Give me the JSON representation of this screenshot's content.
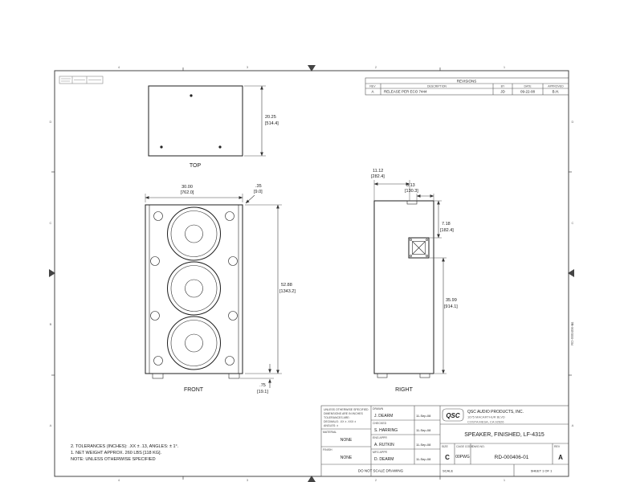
{
  "sheet": {
    "zones_top": [
      "4",
      "3",
      "2",
      "1"
    ],
    "zones_side": [
      "D",
      "C",
      "B",
      "A"
    ],
    "side_dwg_no": "RD-000406-01"
  },
  "revisions": {
    "title": "REVISIONS",
    "col_rev": "REV",
    "col_desc": "DESCRIPTION",
    "col_by": "BY",
    "col_date": "DATE",
    "col_appr": "APPROVED",
    "row": {
      "rev": "A",
      "desc": "RELEASE PER ECO 7444",
      "by": "JD",
      "date": "09-22-08",
      "appr": "B.H."
    }
  },
  "views": {
    "top": {
      "label": "TOP",
      "dim_depth_in": "20.25",
      "dim_depth_mm": "[514.4]"
    },
    "front": {
      "label": "FRONT",
      "dim_width_in": "30.00",
      "dim_width_mm": "[762.0]",
      "dim_offset_in": ".35",
      "dim_offset_mm": "[9.0]",
      "dim_height_in": "52.88",
      "dim_height_mm": "[1343.2]",
      "dim_foot_in": ".75",
      "dim_foot_mm": "[19.1]"
    },
    "right": {
      "label": "RIGHT",
      "dim_a_in": "11.12",
      "dim_a_mm": "[282.4]",
      "dim_b_in": "5.13",
      "dim_b_mm": "[130.3]",
      "dim_c_in": "7.18",
      "dim_c_mm": "[182.4]",
      "dim_d_in": "35.99",
      "dim_d_mm": "[914.1]"
    }
  },
  "notes": {
    "line1": "2. TOLERANCES (INCHES): .XX ± .13, ANGLES: ± 1°.",
    "line2": "1. NET WEIGHT APPROX. 260 LBS [118 KG].",
    "line3": "NOTE: UNLESS OTHERWISE SPECIFIED"
  },
  "title_block": {
    "tol1": "UNLESS OTHERWISE SPECIFIED",
    "tol2": "DIMENSIONS ARE IN INCHES",
    "tol3": "TOLERANCES ARE:",
    "tol4": "DECIMALS: .XX ±   .XXX ±",
    "tol5": "ANGLES: ±",
    "material_label": "MATERIAL",
    "material_value": "NONE",
    "finish_label": "FINISH",
    "finish_value": "NONE",
    "sig_drawn_label": "DRAWN",
    "sig_drawn_name": "J. DEARM",
    "sig_drawn_date": "11-Sep-08",
    "sig_checked_label": "CHECKED",
    "sig_checked_name": "S. HARRING",
    "sig_checked_date": "11-Sep-08",
    "sig_eng_label": "ENG APPR",
    "sig_eng_name": "A. RUTKIN",
    "sig_eng_date": "11-Sep-08",
    "sig_mfg_label": "MFG APPR",
    "sig_mfg_name": "D. DEARM",
    "sig_mfg_date": "11-Sep-08",
    "logo": "QSC",
    "company1": "QSC AUDIO PRODUCTS, INC.",
    "company2": "1675 MACARTHUR BLVD",
    "company3": "COSTA MESA, CA 92626",
    "title": "SPEAKER, FINISHED, LF-4315",
    "size_label": "SIZE",
    "size_value": "C",
    "cage_label": "CAGE CODE",
    "cage_value": "00PWG",
    "dwg_label": "DWG NO.",
    "dwg_value": "RD-000406-01",
    "rev_label": "REV",
    "rev_value": "A",
    "scale_label": "SCALE",
    "noscale": "DO NOT SCALE DRAWING",
    "sheet_label": "SHEET 1 OF 1"
  }
}
